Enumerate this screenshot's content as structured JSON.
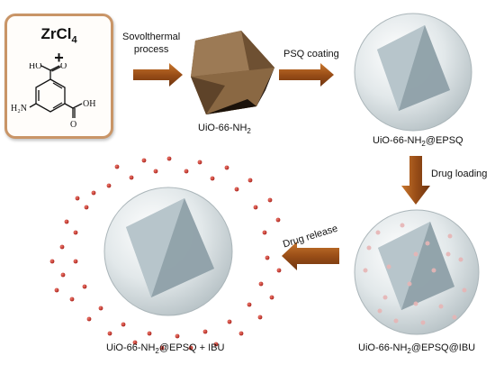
{
  "reagents": {
    "metal": "ZrCl",
    "metal_sub": "4",
    "plus": "+",
    "linker_labels": {
      "acid_top": "HO",
      "acid_top_o": "O",
      "amine": "H₂N",
      "acid_right_o": "O",
      "acid_right": "OH"
    }
  },
  "steps": {
    "solvothermal": [
      "Sovolthermal",
      "process"
    ],
    "psq": "PSQ coating",
    "drug_loading": "Drug loading",
    "drug_release": "Drug release"
  },
  "products": {
    "mof": {
      "pre": "UiO-66-NH",
      "sub": "2",
      "post": ""
    },
    "coated": {
      "pre": "UiO-66-NH",
      "sub": "2",
      "post": "@EPSQ"
    },
    "loaded": {
      "pre": "UiO-66-NH",
      "sub": "2",
      "post": "@EPSQ@IBU"
    },
    "released": {
      "pre": "UiO-66-NH",
      "sub": "2",
      "post": "@EPSQ + IBU"
    }
  },
  "colors": {
    "arrow": "#9a4e17",
    "box_border": "#c99567",
    "octahedron_brown": "#8a6843",
    "sphere": "#d8e1e4",
    "drug_dot": "#c0302a"
  }
}
